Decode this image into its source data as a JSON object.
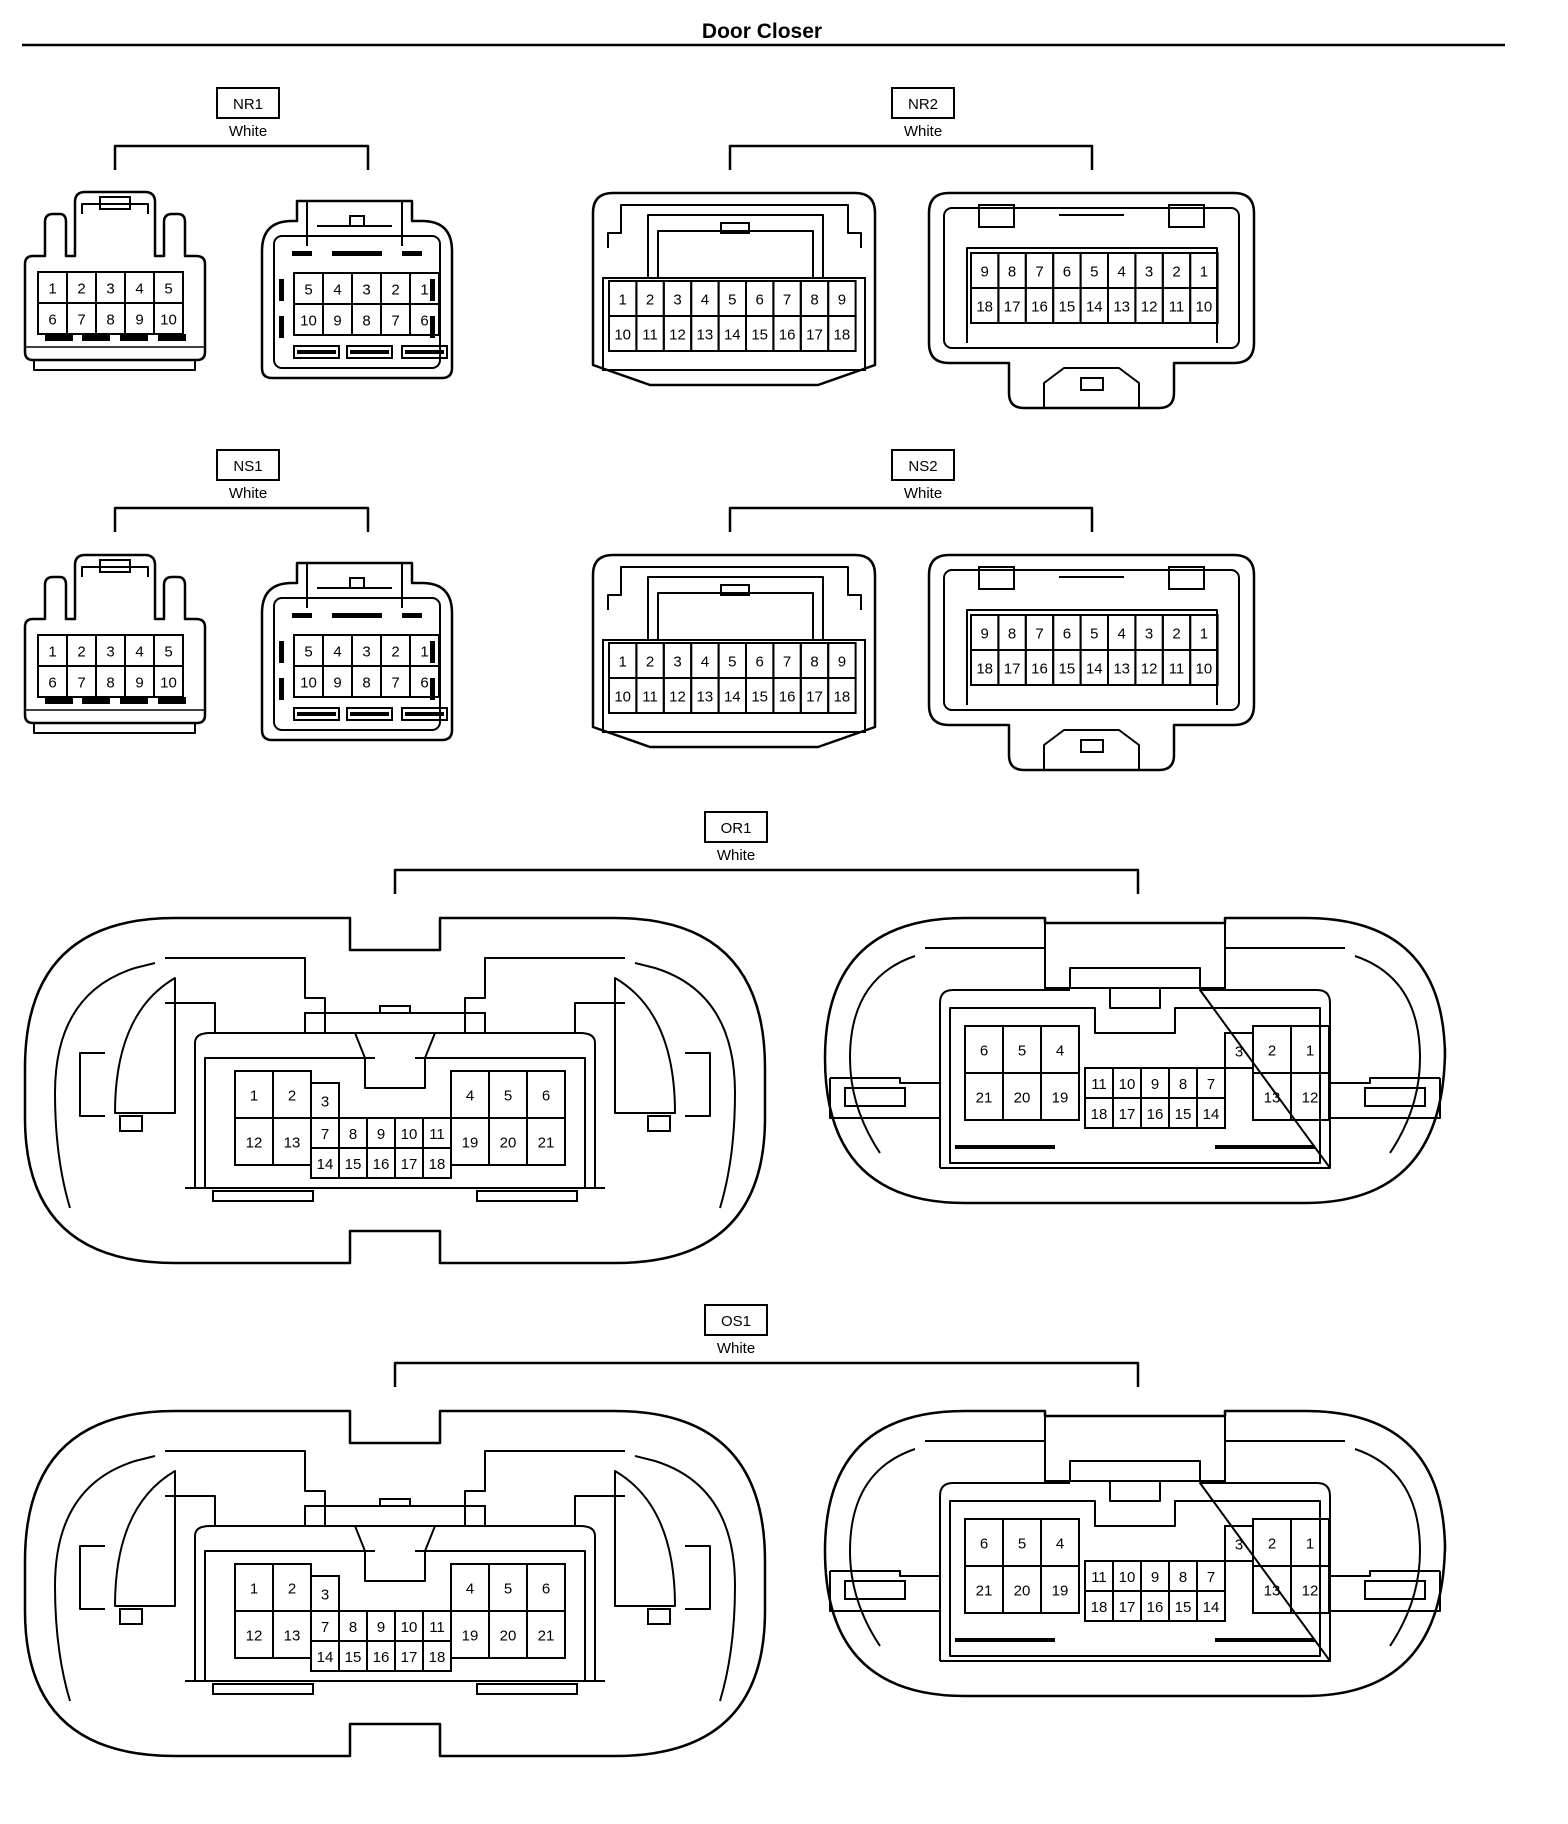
{
  "header": {
    "title": "Door Closer"
  },
  "connectors": [
    {
      "id": "NR1",
      "color": "White"
    },
    {
      "id": "NR2",
      "color": "White"
    },
    {
      "id": "NS1",
      "color": "White"
    },
    {
      "id": "NS2",
      "color": "White"
    },
    {
      "id": "OR1",
      "color": "White"
    },
    {
      "id": "OS1",
      "color": "White"
    }
  ],
  "pinouts": {
    "p10_left": [
      [
        "1",
        "2",
        "3",
        "4",
        "5"
      ],
      [
        "6",
        "7",
        "8",
        "9",
        "10"
      ]
    ],
    "p10_right": [
      [
        "5",
        "4",
        "3",
        "2",
        "1"
      ],
      [
        "10",
        "9",
        "8",
        "7",
        "6"
      ]
    ],
    "p18_left": [
      [
        "1",
        "2",
        "3",
        "4",
        "5",
        "6",
        "7",
        "8",
        "9"
      ],
      [
        "10",
        "11",
        "12",
        "13",
        "14",
        "15",
        "16",
        "17",
        "18"
      ]
    ],
    "p18_right": [
      [
        "9",
        "8",
        "7",
        "6",
        "5",
        "4",
        "3",
        "2",
        "1"
      ],
      [
        "18",
        "17",
        "16",
        "15",
        "14",
        "13",
        "12",
        "11",
        "10"
      ]
    ],
    "p21_left": {
      "side_a": [
        [
          "1",
          "2"
        ],
        [
          "12",
          "13"
        ]
      ],
      "top_center": "3",
      "middle": [
        "7",
        "8",
        "9",
        "10",
        "11"
      ],
      "bottom": [
        "14",
        "15",
        "16",
        "17",
        "18"
      ],
      "side_b": [
        [
          "4",
          "5",
          "6"
        ],
        [
          "19",
          "20",
          "21"
        ]
      ]
    },
    "p21_right": {
      "side_a": [
        [
          "6",
          "5",
          "4"
        ],
        [
          "21",
          "20",
          "19"
        ]
      ],
      "middle": [
        "11",
        "10",
        "9",
        "8",
        "7"
      ],
      "bottom": [
        "18",
        "17",
        "16",
        "15",
        "14"
      ],
      "top_center": "3",
      "side_b": [
        [
          "2",
          "1"
        ],
        [
          "13",
          "12"
        ]
      ]
    }
  }
}
